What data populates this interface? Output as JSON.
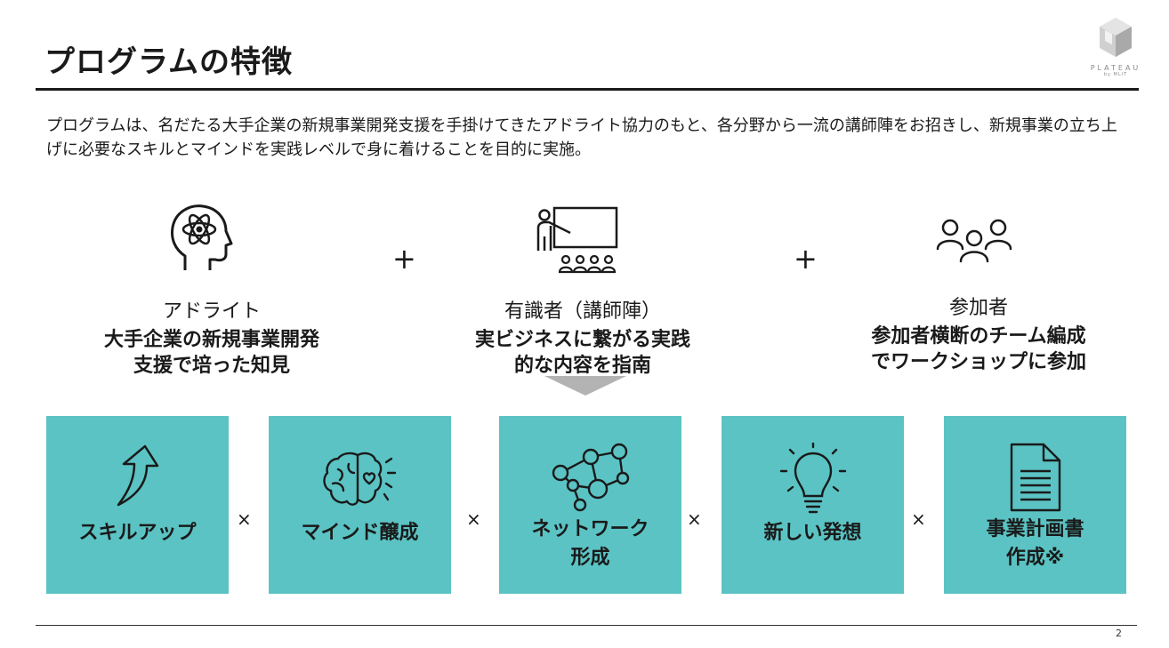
{
  "header": {
    "title": "プログラムの特徴",
    "logo_text": "PLATEAU",
    "logo_sub": "by MLIT"
  },
  "intro": "プログラムは、名だたる大手企業の新規事業開発支援を手掛けてきたアドライト協力のもと、各分野から一流の講師陣をお招きし、新規事業の立ち上げに必要なスキルとマインドを実践レベルで身に着けることを目的に実施。",
  "pillars": [
    {
      "icon": "head-atom-icon",
      "label": "アドライト",
      "desc": "大手企業の新規事業開発\n支援で培った知見"
    },
    {
      "icon": "lecturer-icon",
      "label": "有識者（講師陣）",
      "desc": "実ビジネスに繋がる実践\n的な内容を指南"
    },
    {
      "icon": "people-group-icon",
      "label": "参加者",
      "desc": "参加者横断のチーム編成\nでワークショップに参加"
    }
  ],
  "operators": {
    "plus": "+",
    "times": "×"
  },
  "tiles": [
    {
      "icon": "arrow-up-icon",
      "label": "スキルアップ"
    },
    {
      "icon": "brain-heart-icon",
      "label": "マインド醸成"
    },
    {
      "icon": "network-icon",
      "label": "ネットワーク\n形成"
    },
    {
      "icon": "lightbulb-icon",
      "label": "新しい発想"
    },
    {
      "icon": "document-icon",
      "label": "事業計画書\n作成※"
    }
  ],
  "colors": {
    "tile": "#5bc3c4",
    "text": "#1a1a1a",
    "arrow": "#b3b3b3"
  },
  "footer": {
    "page_number": "2"
  }
}
